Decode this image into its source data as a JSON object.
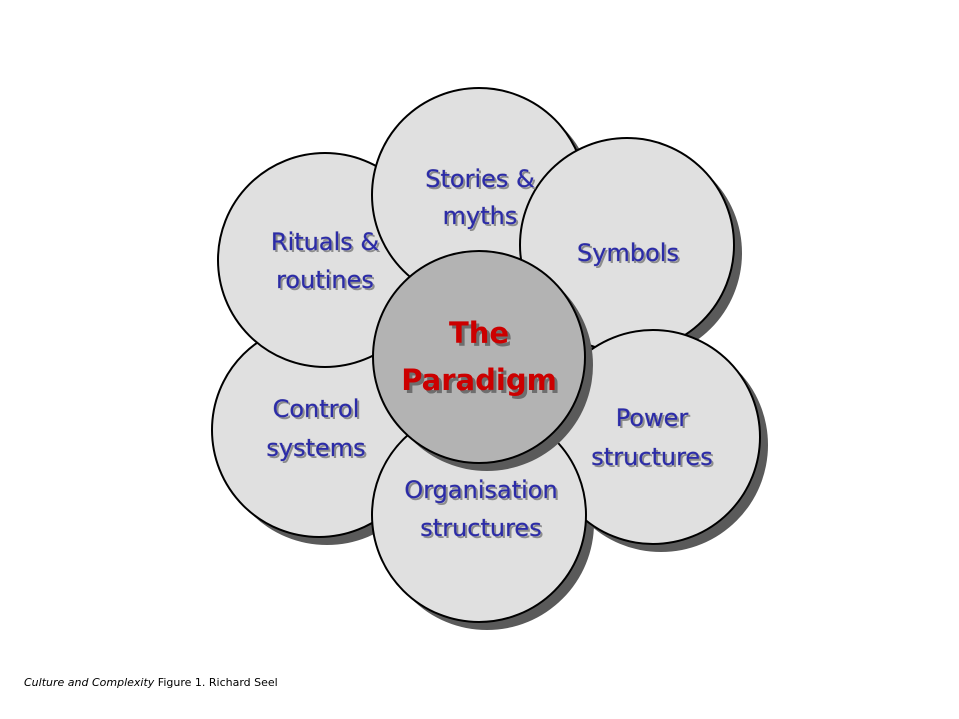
{
  "center": {
    "line1": "The",
    "line2": "Paradigm",
    "color": "#cc0000"
  },
  "elements": {
    "stories": {
      "line1": "Stories &",
      "line2": "myths"
    },
    "rituals": {
      "line1": "Rituals &",
      "line2": "routines"
    },
    "symbols": {
      "line1": "Symbols"
    },
    "control": {
      "line1": "Control",
      "line2": "systems"
    },
    "power": {
      "line1": "Power",
      "line2": "structures"
    },
    "organisation": {
      "line1": "Organisation",
      "line2": "structures"
    }
  },
  "caption": {
    "italic": "Culture and Complexity",
    "rest": " Figure 1. Richard Seel"
  },
  "colors": {
    "label": "#2b2ba8",
    "circle_fill": "#e0e0e0",
    "center_fill": "#b3b3b3"
  }
}
